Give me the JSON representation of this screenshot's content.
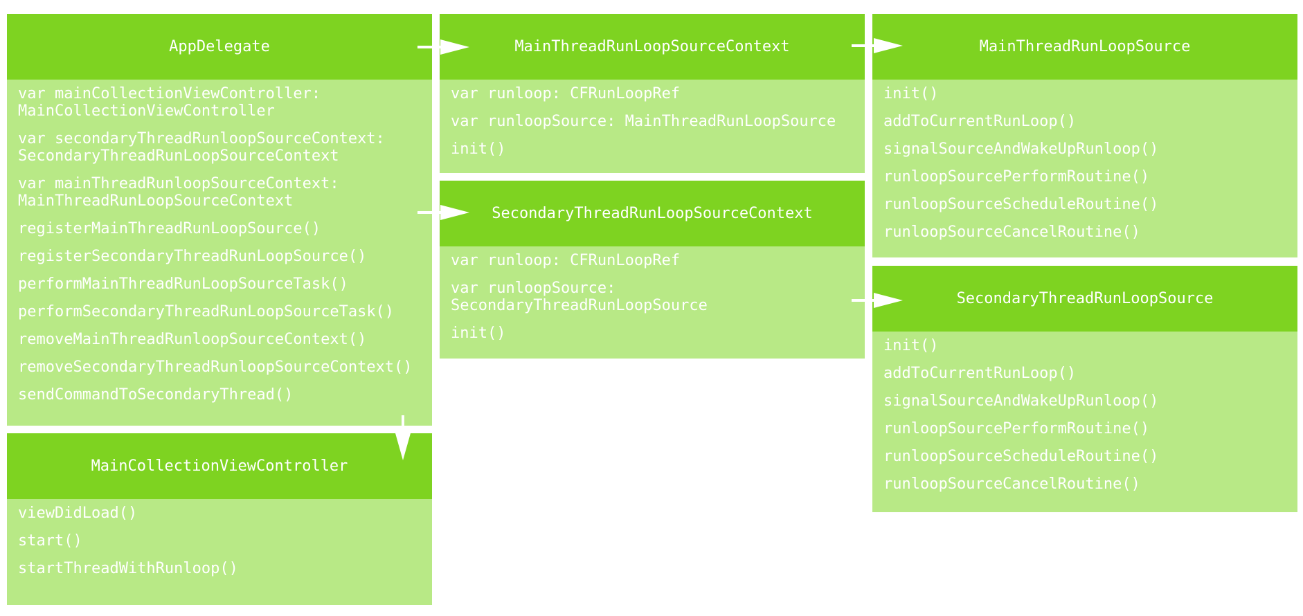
{
  "classes": {
    "app_delegate": {
      "name": "AppDelegate",
      "members": [
        "var mainCollectionViewController:\nMainCollectionViewController",
        "var secondaryThreadRunloopSourceContext:\nSecondaryThreadRunLoopSourceContext",
        "var mainThreadRunloopSourceContext:\nMainThreadRunLoopSourceContext",
        "registerMainThreadRunLoopSource()",
        "registerSecondaryThreadRunLoopSource()",
        "performMainThreadRunLoopSourceTask()",
        "performSecondaryThreadRunLoopSourceTask()",
        "removeMainThreadRunloopSourceContext()",
        "removeSecondaryThreadRunloopSourceContext()",
        "sendCommandToSecondaryThread()"
      ]
    },
    "main_collection_view_controller": {
      "name": "MainCollectionViewController",
      "members": [
        "viewDidLoad()",
        "start()",
        "startThreadWithRunloop()"
      ]
    },
    "main_thread_context": {
      "name": "MainThreadRunLoopSourceContext",
      "members": [
        "var runloop: CFRunLoopRef",
        "var runloopSource: MainThreadRunLoopSource",
        "init()"
      ]
    },
    "secondary_thread_context": {
      "name": "SecondaryThreadRunLoopSourceContext",
      "members": [
        "var runloop: CFRunLoopRef",
        "var runloopSource:\nSecondaryThreadRunLoopSource",
        "init()"
      ]
    },
    "main_thread_source": {
      "name": "MainThreadRunLoopSource",
      "members": [
        "init()",
        "addToCurrentRunLoop()",
        "signalSourceAndWakeUpRunloop()",
        "runloopSourcePerformRoutine()",
        "runloopSourceScheduleRoutine()",
        "runloopSourceCancelRoutine()"
      ]
    },
    "secondary_thread_source": {
      "name": "SecondaryThreadRunLoopSource",
      "members": [
        "init()",
        "addToCurrentRunLoop()",
        "signalSourceAndWakeUpRunloop()",
        "runloopSourcePerformRoutine()",
        "runloopSourceScheduleRoutine()",
        "runloopSourceCancelRoutine()"
      ]
    }
  },
  "colors": {
    "header": "#7ed321",
    "body": "#b8e986",
    "text": "#ffffff",
    "arrow": "#ffffff"
  }
}
